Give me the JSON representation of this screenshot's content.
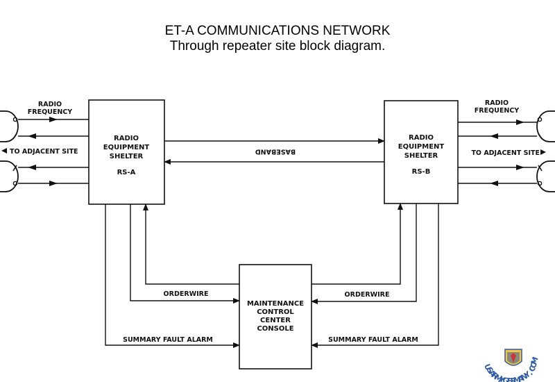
{
  "title": {
    "line1": "ET-A COMMUNICATIONS NETWORK",
    "line2": "Through repeater site block diagram."
  },
  "shelter_a": {
    "line1": "RADIO",
    "line2": "EQUIPMENT",
    "line3": "SHELTER",
    "id": "RS-A"
  },
  "shelter_b": {
    "line1": "RADIO",
    "line2": "EQUIPMENT",
    "line3": "SHELTER",
    "id": "RS-B"
  },
  "console": {
    "line1": "MAINTENANCE",
    "line2": "CONTROL",
    "line3": "CENTER",
    "line4": "CONSOLE"
  },
  "labels": {
    "rf_left_1": "RADIO",
    "rf_left_2": "FREQUENCY",
    "rf_right_1": "RADIO",
    "rf_right_2": "FREQUENCY",
    "adjacent_left": "TO ADJACENT SITE",
    "adjacent_right": "TO ADJACENT SITE",
    "baseband": "BASEBAND",
    "orderwire_left": "ORDERWIRE",
    "orderwire_right": "ORDERWIRE",
    "fault_left": "SUMMARY FAULT ALARM",
    "fault_right": "SUMMARY FAULT ALARM"
  },
  "watermark": {
    "text": "USARMYGERMANY.COM"
  },
  "colors": {
    "line": "#111111",
    "watermark": "#2e5aa8"
  }
}
